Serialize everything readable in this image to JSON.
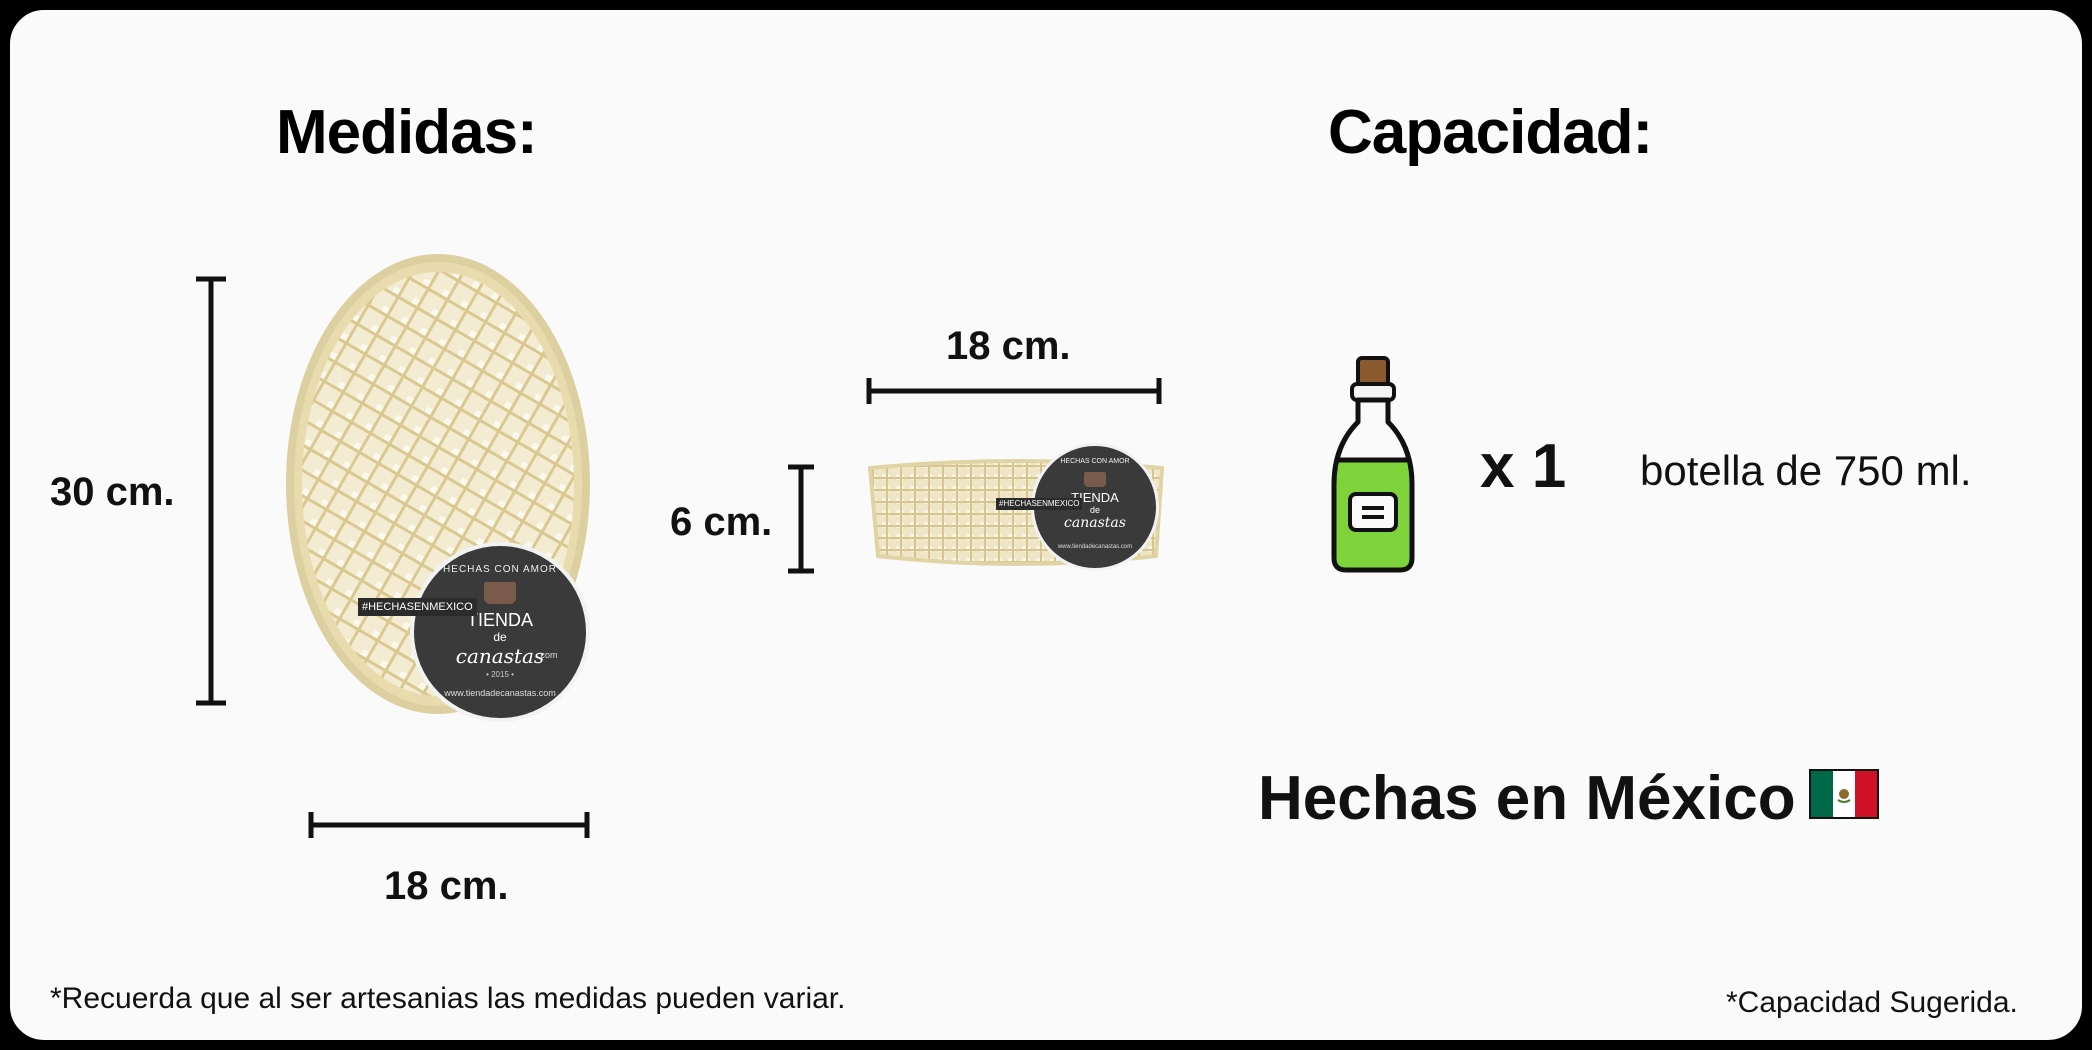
{
  "headings": {
    "medidas": "Medidas:",
    "capacidad": "Capacidad:"
  },
  "dimensions": {
    "height_label": "30 cm.",
    "width_bottom_label": "18 cm.",
    "side_width_label": "18 cm.",
    "side_height_label": "6 cm."
  },
  "capacity": {
    "multiplier": "x 1",
    "description": "botella de 750 ml."
  },
  "origin": {
    "label": "Hechas en México"
  },
  "badge": {
    "top_text": "HECHAS CON AMOR",
    "hashtag": "#HECHASENMEXICO",
    "brand_line1": "TIENDA",
    "brand_line2": "de",
    "brand_line3": "canastas",
    "brand_suffix": ".com",
    "year": "• 2015 •",
    "url": "www.tiendadecanastas.com"
  },
  "footnotes": {
    "left": "*Recuerda que al ser artesanias las medidas pueden variar.",
    "right": "*Capacidad Sugerida."
  },
  "colors": {
    "background": "#fafafa",
    "border": "#000000",
    "basket": "#eee4c2",
    "badge": "#3a3a3a",
    "bottle_green": "#7ed23a",
    "flag_green": "#006847",
    "flag_red": "#ce1126"
  }
}
